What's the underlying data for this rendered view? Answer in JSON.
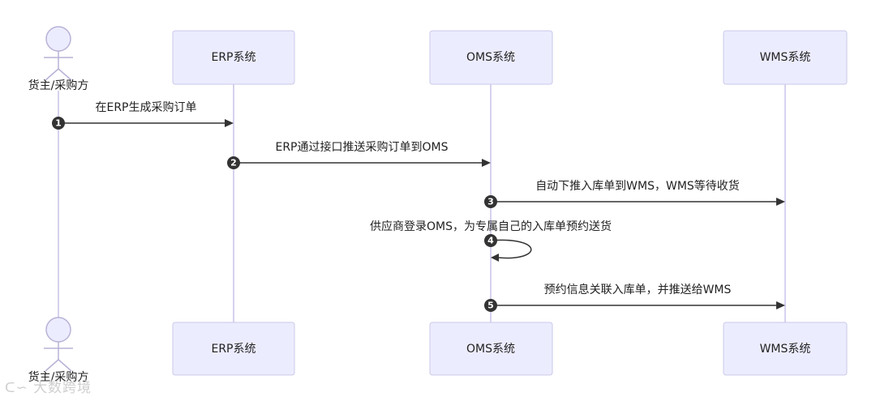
{
  "actor": {
    "label": "货主/采购方"
  },
  "participants": [
    {
      "id": "erp",
      "label": "ERP系统"
    },
    {
      "id": "oms",
      "label": "OMS系统"
    },
    {
      "id": "wms",
      "label": "WMS系统"
    }
  ],
  "messages": [
    {
      "number": "1",
      "from": "actor",
      "to": "erp",
      "label": "在ERP生成采购订单"
    },
    {
      "number": "2",
      "from": "erp",
      "to": "oms",
      "label": "ERP通过接口推送采购订单到OMS"
    },
    {
      "number": "3",
      "from": "oms",
      "to": "wms",
      "label": "自动下推入库单到WMS，WMS等待收货"
    },
    {
      "number": "4",
      "from": "oms",
      "to": "oms",
      "label": "供应商登录OMS，为专属自己的入库单预约送货"
    },
    {
      "number": "5",
      "from": "oms",
      "to": "wms",
      "label": "预约信息关联入库单，并推送给WMS"
    }
  ],
  "watermark": "大数跨境",
  "colors": {
    "box_fill": "#ececff",
    "box_stroke": "#c9c9ea",
    "line": "#333333",
    "lifeline": "#d6d2ee"
  }
}
